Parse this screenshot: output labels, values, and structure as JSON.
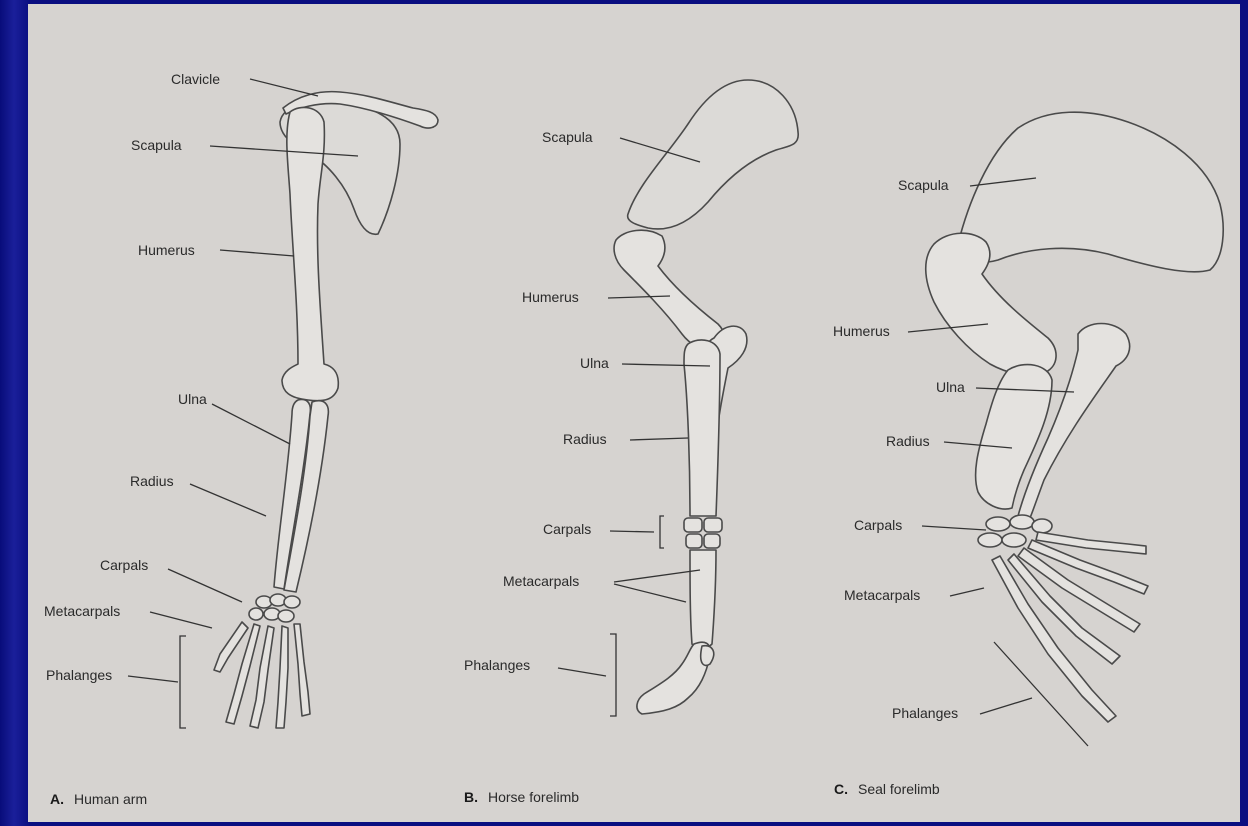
{
  "human": {
    "labels": {
      "clavicle": "Clavicle",
      "scapula": "Scapula",
      "humerus": "Humerus",
      "ulna": "Ulna",
      "radius": "Radius",
      "carpals": "Carpals",
      "metacarpals": "Metacarpals",
      "phalanges": "Phalanges"
    },
    "caption_letter": "A.",
    "caption_text": "Human arm"
  },
  "horse": {
    "labels": {
      "scapula": "Scapula",
      "humerus": "Humerus",
      "ulna": "Ulna",
      "radius": "Radius",
      "carpals": "Carpals",
      "metacarpals": "Metacarpals",
      "phalanges": "Phalanges"
    },
    "caption_letter": "B.",
    "caption_text": "Horse forelimb"
  },
  "seal": {
    "labels": {
      "scapula": "Scapula",
      "humerus": "Humerus",
      "ulna": "Ulna",
      "radius": "Radius",
      "carpals": "Carpals",
      "metacarpals": "Metacarpals",
      "phalanges": "Phalanges"
    },
    "caption_letter": "C.",
    "caption_text": "Seal forelimb"
  },
  "colors": {
    "slide_background": "#0b0f86",
    "page": "#d6d3d0",
    "bone_fill": "#e4e2df",
    "line": "#333333"
  }
}
